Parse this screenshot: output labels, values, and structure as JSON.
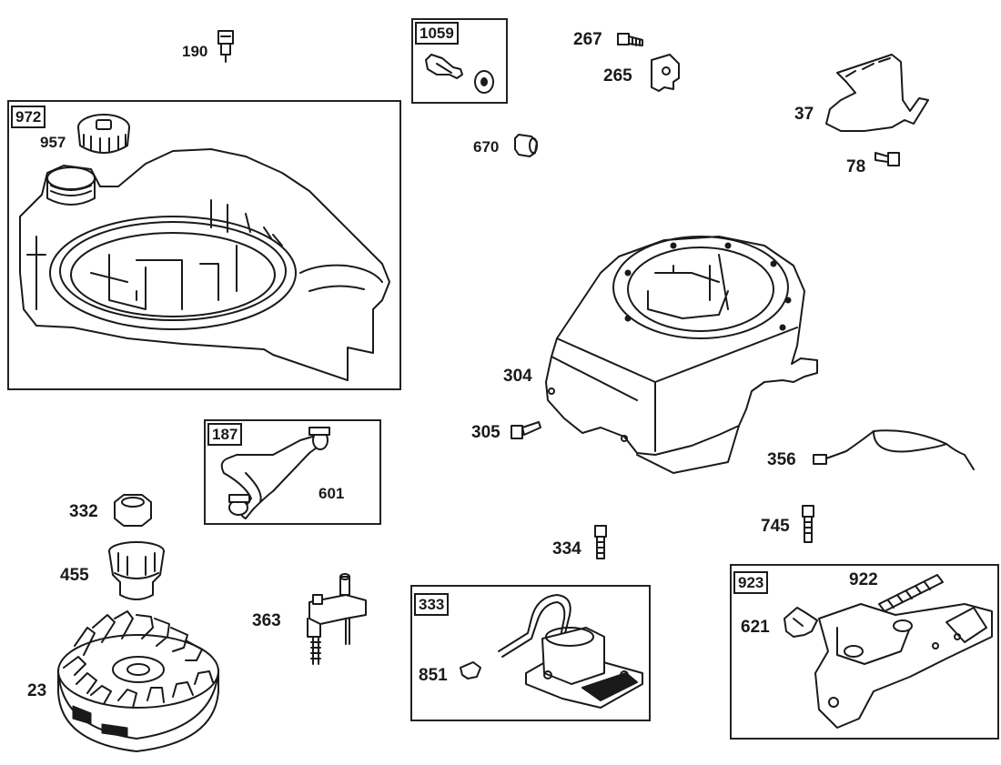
{
  "diagram": {
    "groups": {
      "g972": "972",
      "g1059": "1059",
      "g187": "187",
      "g333": "333",
      "g923": "923"
    },
    "parts": {
      "p190": "190",
      "p957": "957",
      "p267": "267",
      "p265": "265",
      "p670": "670",
      "p37": "37",
      "p78": "78",
      "p304": "304",
      "p305": "305",
      "p356": "356",
      "p601": "601",
      "p332": "332",
      "p455": "455",
      "p23": "23",
      "p363": "363",
      "p334": "334",
      "p745": "745",
      "p851": "851",
      "p922": "922",
      "p621": "621"
    }
  }
}
